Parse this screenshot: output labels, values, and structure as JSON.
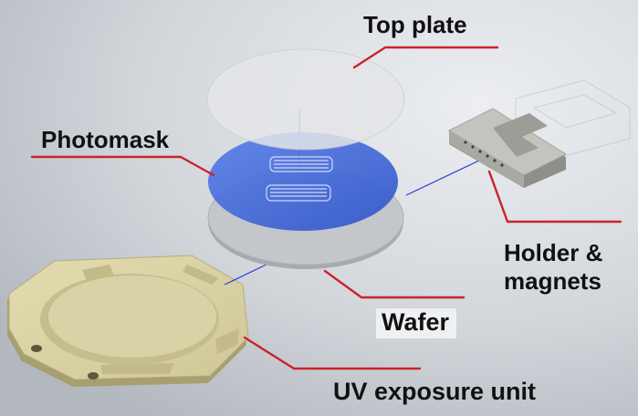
{
  "labels": {
    "top_plate": "Top plate",
    "photomask": "Photomask",
    "holder_line1": "Holder &",
    "holder_line2": "magnets",
    "wafer": "Wafer",
    "uv_unit": "UV exposure unit"
  },
  "colors": {
    "background": "#c9cdd3",
    "leader_line": "#c8242c",
    "axis_line": "#2a3fd6",
    "photomask": "#3f66d6",
    "top_plate": "#e4e6e9",
    "wafer": "#c3c6ca",
    "uv_unit": "#d6cfa0",
    "holder": "#b7b7b2"
  }
}
